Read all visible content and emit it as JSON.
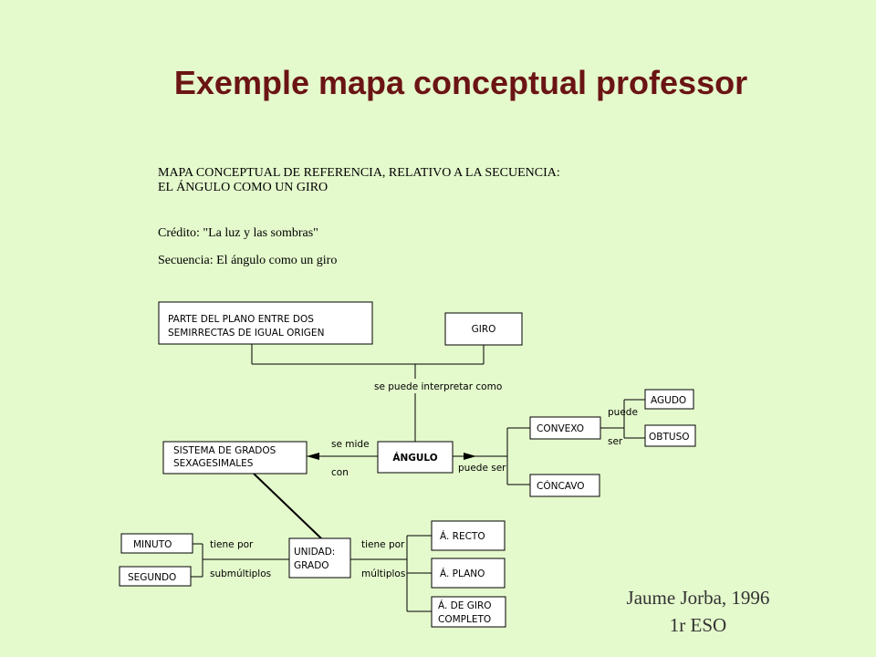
{
  "slide": {
    "title": "Exemple mapa conceptual professor",
    "author": "Jaume Jorba, 1996",
    "course": "1r ESO"
  },
  "doc": {
    "heading_line1": "MAPA CONCEPTUAL DE REFERENCIA, RELATIVO A LA SECUENCIA:",
    "heading_line2": "EL ÁNGULO COMO UN GIRO",
    "credit": "Crédito: \"La luz y las sombras\"",
    "sequence": "Secuencia: El ángulo como un giro"
  },
  "map": {
    "nodes": {
      "parte_line1": "PARTE DEL PLANO ENTRE DOS",
      "parte_line2": "SEMIRRECTAS DE IGUAL ORIGEN",
      "giro": "GIRO",
      "angulo": "ÁNGULO",
      "sistema_line1": "SISTEMA DE GRADOS",
      "sistema_line2": "SEXAGESIMALES",
      "convexo": "CONVEXO",
      "concavo": "CÓNCAVO",
      "agudo": "AGUDO",
      "obtuso": "OBTUSO",
      "unidad_line1": "UNIDAD:",
      "unidad_line2": "GRADO",
      "minuto": "MINUTO",
      "segundo": "SEGUNDO",
      "recto": "Á. RECTO",
      "plano": "Á. PLANO",
      "giro_completo_line1": "Á. DE GIRO",
      "giro_completo_line2": "COMPLETO"
    },
    "links": {
      "interpretar": "se puede interpretar como",
      "se_mide": "se mide",
      "con": "con",
      "puede_ser": "puede ser",
      "puede": "puede",
      "ser": "ser",
      "tiene_por_left": "tiene por",
      "submultiplos": "submúltiplos",
      "tiene_por_right": "tiene por",
      "multiplos": "múltiplos"
    }
  }
}
